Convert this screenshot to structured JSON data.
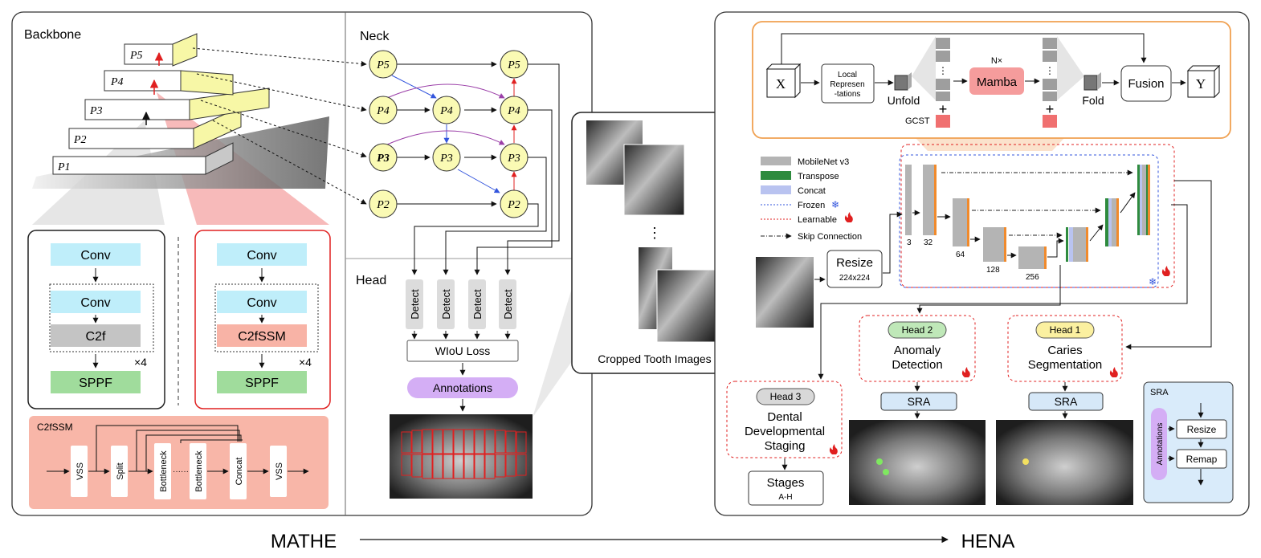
{
  "mathe": {
    "label": "MATHE",
    "backbone": {
      "title": "Backbone",
      "levels": [
        "P5",
        "P4",
        "P3",
        "P2",
        "P1"
      ],
      "left_block": {
        "conv1": "Conv",
        "conv2": "Conv",
        "c2f": "C2f",
        "sppf": "SPPF",
        "repeat": "×4"
      },
      "right_block": {
        "conv1": "Conv",
        "conv2": "Conv",
        "c2fssm": "C2fSSM",
        "sppf": "SPPF",
        "repeat": "×4"
      },
      "c2fssm_detail": {
        "title": "C2fSSM",
        "blocks": [
          "VSS",
          "Split",
          "Bottleneck",
          "Bottleneck",
          "Concat",
          "VSS"
        ],
        "dots": "······"
      }
    },
    "neck": {
      "title": "Neck",
      "nodes": {
        "c1": [
          "P5",
          "P4",
          "P3",
          "P2"
        ],
        "c2": [
          "P4",
          "P3"
        ],
        "c3": [
          "P5",
          "P4",
          "P3",
          "P2"
        ]
      }
    },
    "head": {
      "title": "Head",
      "detect": [
        "Detect",
        "Detect",
        "Detect",
        "Detect"
      ],
      "loss": "WIoU Loss",
      "annotations": "Annotations"
    }
  },
  "cropped": {
    "label": "Cropped Tooth Images",
    "dots": "⋮"
  },
  "hena": {
    "label": "HENA",
    "mamba_block": {
      "x": "X",
      "local_rep": [
        "Local",
        "Represen",
        "-tations"
      ],
      "unfold": "Unfold",
      "plus": "+",
      "gcst": "GCST",
      "nx": "N×",
      "mamba": "Mamba",
      "fold": "Fold",
      "fusion": "Fusion",
      "y": "Y",
      "dots": "⋮"
    },
    "legend": [
      {
        "label": "MobileNet v3",
        "color": "#b4b4b4"
      },
      {
        "label": "Transpose",
        "color": "#2e8b3e"
      },
      {
        "label": "Concat",
        "color": "#b9c3f0"
      },
      {
        "label": "Frozen",
        "color": "#3355dd",
        "icon": "snowflake-icon"
      },
      {
        "label": "Learnable",
        "color": "#e02020",
        "icon": "flame-icon"
      },
      {
        "label": "Skip Connection",
        "color": "#222222"
      }
    ],
    "unet_channels": [
      "3",
      "32",
      "64",
      "128",
      "256"
    ],
    "resize": {
      "title": "Resize",
      "size": "224x224"
    },
    "heads": [
      {
        "badge": "Head 2",
        "lines": [
          "Anomaly",
          "Detection"
        ],
        "badge_color": "#bfe8b8"
      },
      {
        "badge": "Head 1",
        "lines": [
          "Caries",
          "Segmentation"
        ],
        "badge_color": "#fbf0a0"
      },
      {
        "badge": "Head 3",
        "lines": [
          "Dental",
          "Developmental",
          "Staging"
        ],
        "badge_color": "#d8d8d8"
      }
    ],
    "sra": "SRA",
    "stages": {
      "title": "Stages",
      "range": "A-H"
    },
    "sra_detail": {
      "title": "SRA",
      "annotations": "Annotations",
      "resize": "Resize",
      "remap": "Remap"
    }
  },
  "colors": {
    "conv": "#bfeefa",
    "c2f": "#c4c4c4",
    "sppf": "#a0dc9c",
    "c2fssm": "#f8b3a6",
    "c2fssm_panel": "#f8b6a8",
    "node": "#fafab4",
    "mamba": "#f59c9c",
    "annotations": "#d4aef5",
    "sra": "#d6e8f8",
    "orange_border": "#f0a050",
    "red": "#e02020",
    "blue": "#3355dd",
    "purple": "#9b3fa8",
    "orange_bar": "#f08a2c"
  }
}
